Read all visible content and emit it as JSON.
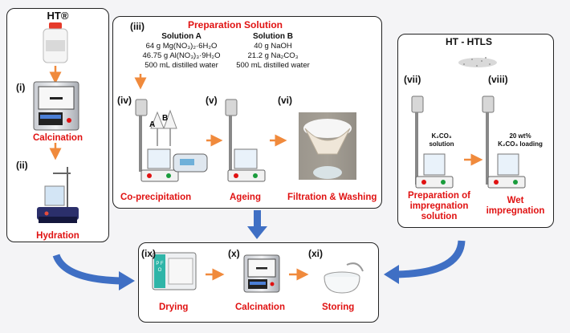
{
  "colors": {
    "accent_red": "#e01212",
    "arrow_orange": "#f08a3c",
    "arrow_blue": "#3f6fc4"
  },
  "left_panel": {
    "title": "HT®",
    "steps": [
      {
        "num": "(i)",
        "label": "Calcination"
      },
      {
        "num": "(ii)",
        "label": "Hydration"
      }
    ]
  },
  "center_panel": {
    "step_iii": "(iii)",
    "title": "Preparation Solution",
    "solution_a": {
      "name": "Solution A",
      "lines": [
        "64 g Mg(NO",
        ")",
        "·6H",
        "O"
      ],
      "line1": "64 g Mg(NO₃)₂·6H₂O",
      "line2": "46.75 g Al(NO₃)₃·9H₂O",
      "line3": "500 mL distilled water"
    },
    "solution_b": {
      "name": "Solution B",
      "line1": "40 g NaOH",
      "line2": "21.2 g Na₂CO₃",
      "line3": "500 mL distilled water"
    },
    "steps": [
      {
        "num": "(iv)",
        "label": "Co-precipitation",
        "tag_a": "A",
        "tag_b": "B"
      },
      {
        "num": "(v)",
        "label": "Ageing"
      },
      {
        "num": "(vi)",
        "label": "Filtration & Washing"
      }
    ]
  },
  "right_panel": {
    "title": "HT - HTLS",
    "steps": [
      {
        "num": "(vii)",
        "label": "Preparation of impregnation solution",
        "label_l1": "Preparation of",
        "label_l2": "impregnation",
        "label_l3": "solution",
        "beaker_l1": "K₂CO₃",
        "beaker_l2": "solution"
      },
      {
        "num": "(viii)",
        "label": "Wet impregnation",
        "label_l1": "Wet",
        "label_l2": "impregnation",
        "beaker_l1": "20 wt%",
        "beaker_l2": "K₂CO₃ loading"
      }
    ]
  },
  "bottom_panel": {
    "steps": [
      {
        "num": "(ix)",
        "label": "Drying",
        "oven_text": "P F O"
      },
      {
        "num": "(x)",
        "label": "Calcination"
      },
      {
        "num": "(xi)",
        "label": "Storing"
      }
    ]
  }
}
